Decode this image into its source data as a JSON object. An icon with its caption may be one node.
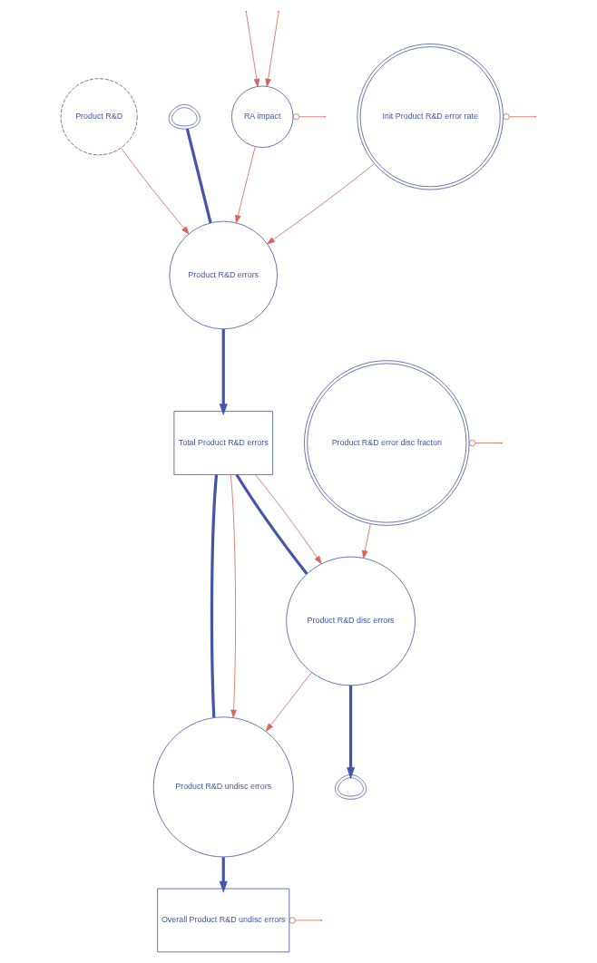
{
  "diagram": {
    "nodes": [
      {
        "text": [
          "Product R&D"
        ]
      },
      {
        "text": [],
        "shape": "cloud"
      },
      {
        "text": [
          "Product R&D errors"
        ]
      },
      {
        "text": [
          "Total Product R&D errors"
        ]
      },
      {
        "text": [
          "Product R&D undisc errors"
        ]
      },
      {
        "text": [
          "Overall Product R&D undisc errors"
        ]
      },
      {
        "text": [
          "Product R&D disc errors"
        ]
      },
      {
        "text": [],
        "shape": "cloud"
      },
      {
        "text": [
          "RA impact"
        ]
      },
      {
        "text": [
          "Init Product R&D error rate"
        ]
      },
      {
        "text": [
          "Product R&D error disc fracton"
        ]
      }
    ],
    "edges": [
      {
        "from": 1,
        "to": 2,
        "arrow": "none",
        "style": "thick",
        "color": "#4455aa"
      },
      {
        "from": 2,
        "to": 3,
        "arrow": "to",
        "style": "thick",
        "color": "#4455aa"
      },
      {
        "from": 3,
        "to": 4,
        "arrow": "none",
        "style": "thick",
        "color": "#4455aa"
      },
      {
        "from": 4,
        "to": 5,
        "arrow": "to",
        "style": "thick",
        "color": "#4455aa"
      },
      {
        "from": 3,
        "to": 6,
        "arrow": "none",
        "style": "thick",
        "color": "#4455aa"
      },
      {
        "from": 6,
        "to": 7,
        "arrow": "to",
        "style": "thick",
        "color": "#4455aa"
      },
      {
        "from": 0,
        "to": 2,
        "arrow": "to"
      },
      {
        "from": null,
        "to": 8,
        "arrow": "to"
      },
      {
        "from": null,
        "to": 8,
        "arrow": "to"
      },
      {
        "from": 8,
        "to": 2,
        "arrow": "to"
      },
      {
        "from": 8,
        "to": null,
        "arrow": "other"
      },
      {
        "from": 9,
        "to": 2,
        "arrow": "to"
      },
      {
        "from": 9,
        "to": null,
        "arrow": "other"
      },
      {
        "from": 3,
        "to": 4,
        "arrow": "to"
      },
      {
        "from": 3,
        "to": 6,
        "arrow": "to"
      },
      {
        "from": 6,
        "to": 4,
        "arrow": "to"
      },
      {
        "from": 10,
        "to": 6,
        "arrow": "to"
      },
      {
        "from": 10,
        "to": null,
        "arrow": "other"
      },
      {
        "from": 5,
        "to": null,
        "arrow": "other"
      }
    ]
  }
}
